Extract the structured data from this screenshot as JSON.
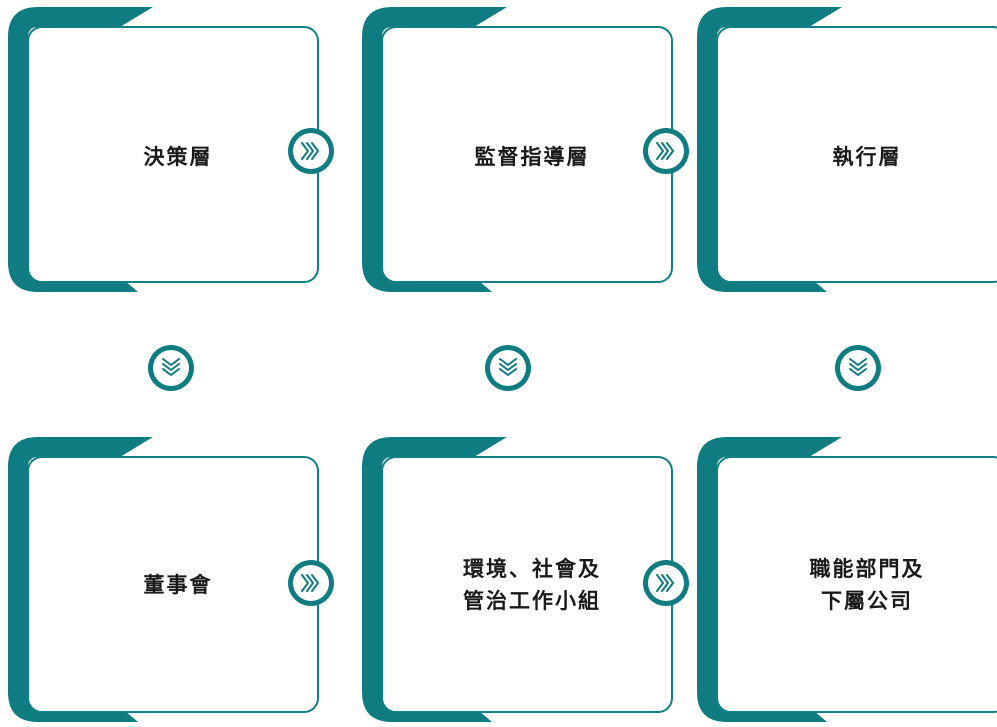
{
  "colors": {
    "accent": "#0e7c80",
    "border": "#127f84",
    "text": "#1a1a1a"
  },
  "levels": [
    {
      "label": "決策層"
    },
    {
      "label": "監督指導層"
    },
    {
      "label": "執行層"
    }
  ],
  "bodies": [
    {
      "line1": "董事會",
      "line2": ""
    },
    {
      "line1": "環境、社會及",
      "line2": "管治工作小組"
    },
    {
      "line1": "職能部門及",
      "line2": "下屬公司"
    }
  ],
  "icons": {
    "arrow_right": "double-chevron-right-icon",
    "arrow_down": "double-chevron-down-icon"
  }
}
